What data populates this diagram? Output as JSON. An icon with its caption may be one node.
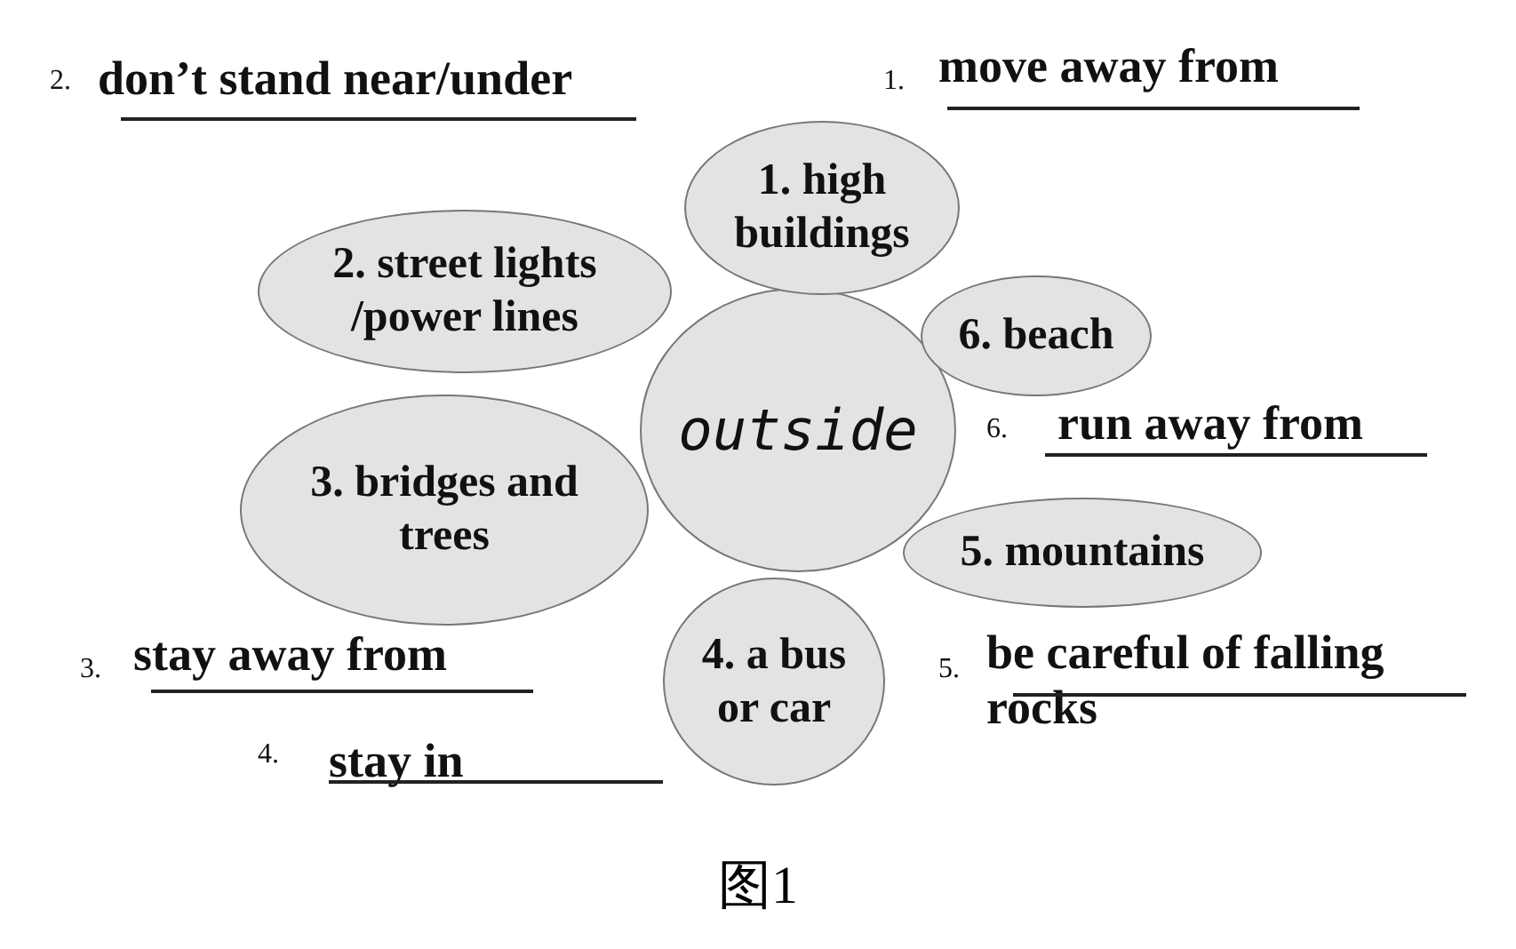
{
  "diagram": {
    "caption": "图1",
    "nodes": [
      {
        "text": [
          "outside"
        ]
      },
      {
        "text": [
          "1. high buildings"
        ]
      },
      {
        "text": [
          "2. street lights /power lines"
        ]
      },
      {
        "text": [
          "6. beach"
        ]
      },
      {
        "text": [
          "3. bridges and trees"
        ]
      },
      {
        "text": [
          "5. mountains"
        ]
      },
      {
        "text": [
          "4. a bus or car"
        ]
      }
    ],
    "edges": [],
    "labels": [
      "2.",
      "don’t stand near/under",
      "1.",
      "move away from",
      "6.",
      "run away from",
      "3.",
      "stay away from",
      "5.",
      "be careful of falling rocks",
      "4.",
      "stay in"
    ]
  }
}
